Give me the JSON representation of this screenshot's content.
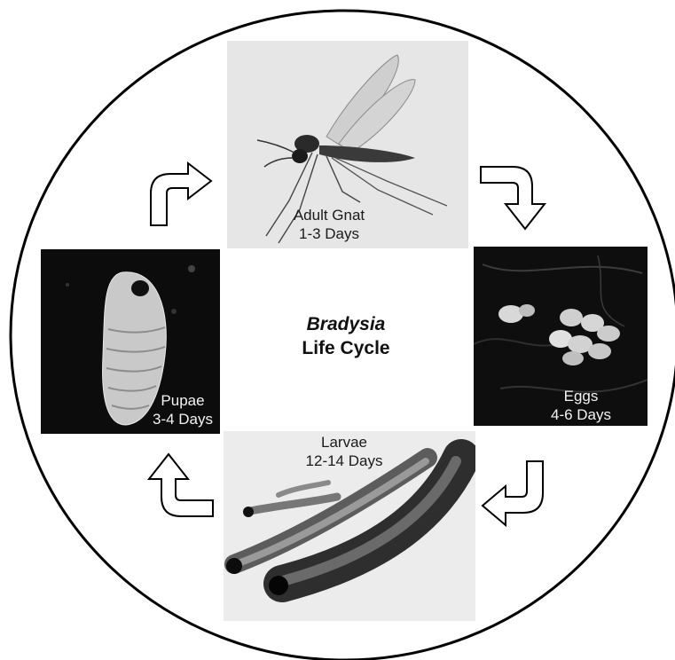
{
  "diagram": {
    "title_genus": "Bradysia",
    "title_rest": "Life Cycle",
    "stages": {
      "adult": {
        "name": "Adult Gnat",
        "duration": "1-3 Days"
      },
      "eggs": {
        "name": "Eggs",
        "duration": "4-6 Days"
      },
      "larvae": {
        "name": "Larvae",
        "duration": "12-14 Days"
      },
      "pupae": {
        "name": "Pupae",
        "duration": "3-4 Days"
      }
    }
  }
}
